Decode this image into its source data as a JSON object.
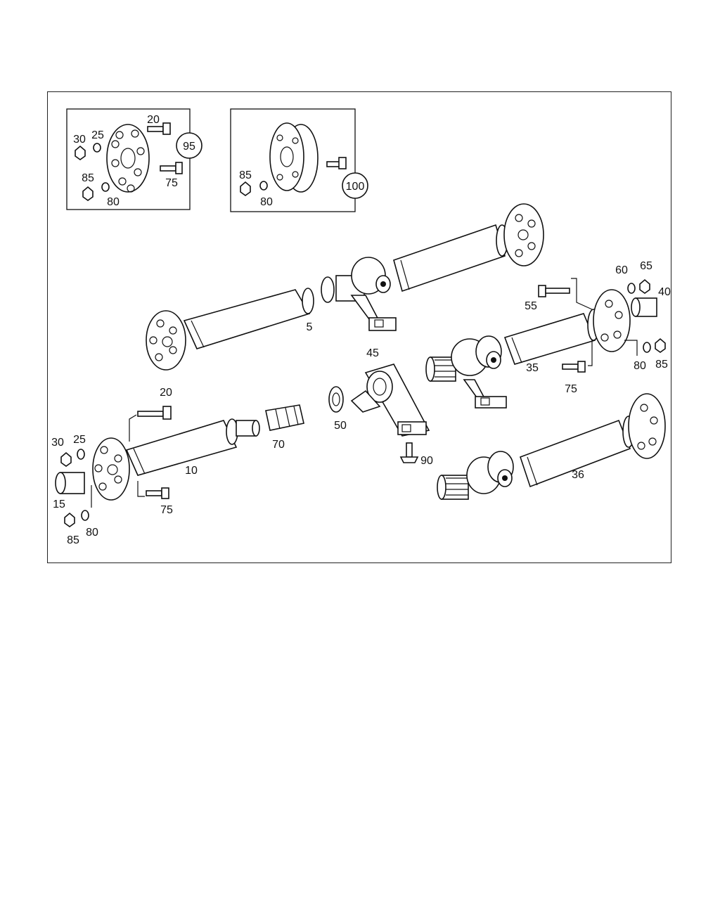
{
  "diagram": {
    "inset_kits": [
      {
        "ref": "95",
        "labels": [
          "20",
          "30",
          "25",
          "85",
          "80",
          "75"
        ]
      },
      {
        "ref": "100",
        "labels": [
          "85",
          "80"
        ]
      }
    ],
    "shaft_labels": {
      "main_shaft": "5",
      "front_shaft": "10",
      "rear_shaft_a": "35",
      "rear_shaft_b": "36"
    },
    "parts": {
      "p15": "15",
      "p20a": "20",
      "p25": "25",
      "p30": "30",
      "p40": "40",
      "p45": "45",
      "p50": "50",
      "p55": "55",
      "p60": "60",
      "p65": "65",
      "p70": "70",
      "p75a": "75",
      "p75b": "75",
      "p80a": "80",
      "p80b": "80",
      "p85a": "85",
      "p85b": "85",
      "p90": "90"
    },
    "colors": {
      "line": "#111111",
      "background": "#ffffff"
    }
  }
}
